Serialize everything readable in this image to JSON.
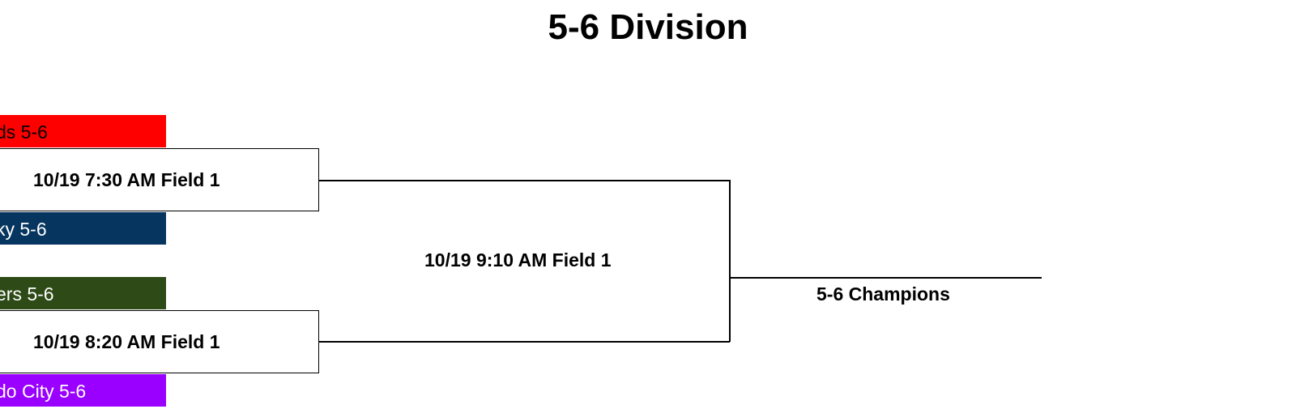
{
  "title": "5-6 Division",
  "teams": [
    {
      "label": "ds 5-6",
      "bg": "#ff0000",
      "fg": "#000000"
    },
    {
      "label": "ky 5-6",
      "bg": "#06365f",
      "fg": "#ffffff"
    },
    {
      "label": "ers 5-6",
      "bg": "#2d4a17",
      "fg": "#ffffff"
    },
    {
      "label": "do City 5-6",
      "bg": "#9a00ff",
      "fg": "#ffffff"
    }
  ],
  "games": [
    {
      "label": "10/19 7:30 AM Field 1"
    },
    {
      "label": "10/19 8:20 AM Field 1"
    }
  ],
  "final_game": {
    "label": "10/19 9:10 AM Field 1"
  },
  "champion": {
    "label": "5-6 Champions"
  }
}
